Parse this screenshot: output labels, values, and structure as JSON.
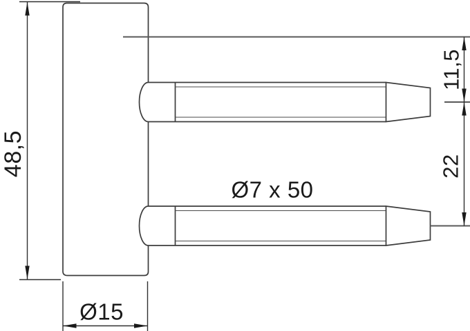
{
  "drawing": {
    "type": "technical-dimension-drawing",
    "part": "drill-in hinge half with two pins",
    "labels": {
      "body_height": "48,5",
      "body_diameter": "Ø15",
      "pin_spec": "Ø7 x 50",
      "pin_offset_top": "11,5",
      "pin_spacing": "22"
    },
    "colors": {
      "line": "#3c3c3c",
      "text": "#1a1a1a",
      "background": "#ffffff"
    }
  }
}
